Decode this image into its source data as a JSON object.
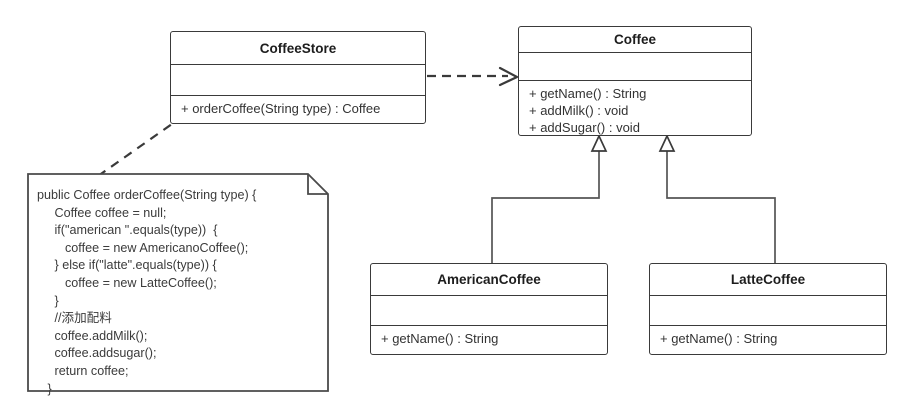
{
  "diagram": {
    "title": "Coffee factory UML class diagram",
    "stroke_color": "#3a3a3a",
    "background": "#ffffff"
  },
  "classes": [
    {
      "id": "coffeestore",
      "name": "CoffeeStore",
      "attributes": [],
      "operations": [
        "+ orderCoffee(String type) : Coffee"
      ]
    },
    {
      "id": "coffee",
      "name": "Coffee",
      "attributes": [],
      "operations": [
        "+ getName() : String",
        "+ addMilk() : void",
        "+ addSugar() : void"
      ]
    },
    {
      "id": "americancoffee",
      "name": "AmericanCoffee",
      "attributes": [],
      "operations": [
        "+ getName() : String"
      ]
    },
    {
      "id": "lattecoffee",
      "name": "LatteCoffee",
      "attributes": [],
      "operations": [
        "+ getName() : String"
      ]
    }
  ],
  "note": {
    "id": "ordercoffee-code-note",
    "code": "public Coffee orderCoffee(String type) {\n     Coffee coffee = null;\n     if(\"american \".equals(type))  {\n        coffee = new AmericanoCoffee();\n     } else if(\"latte\".equals(type)) {\n        coffee = new LatteCoffee();\n     }\n     //添加配料\n     coffee.addMilk();\n     coffee.addsugar();\n     return coffee;\n   }"
  },
  "relationships": [
    {
      "id": "coffeestore-depends-coffee",
      "type": "dependency",
      "style": "dashed",
      "arrowhead": "open",
      "from": "coffeestore",
      "to": "coffee"
    },
    {
      "id": "note-anchor-coffeestore",
      "type": "note-anchor",
      "style": "dashed",
      "arrowhead": "none",
      "from": "ordercoffee-code-note",
      "to": "coffeestore"
    },
    {
      "id": "americancoffee-extends-coffee",
      "type": "generalization",
      "style": "solid",
      "arrowhead": "hollow-triangle",
      "from": "americancoffee",
      "to": "coffee"
    },
    {
      "id": "lattecoffee-extends-coffee",
      "type": "generalization",
      "style": "solid",
      "arrowhead": "hollow-triangle",
      "from": "lattecoffee",
      "to": "coffee"
    }
  ]
}
